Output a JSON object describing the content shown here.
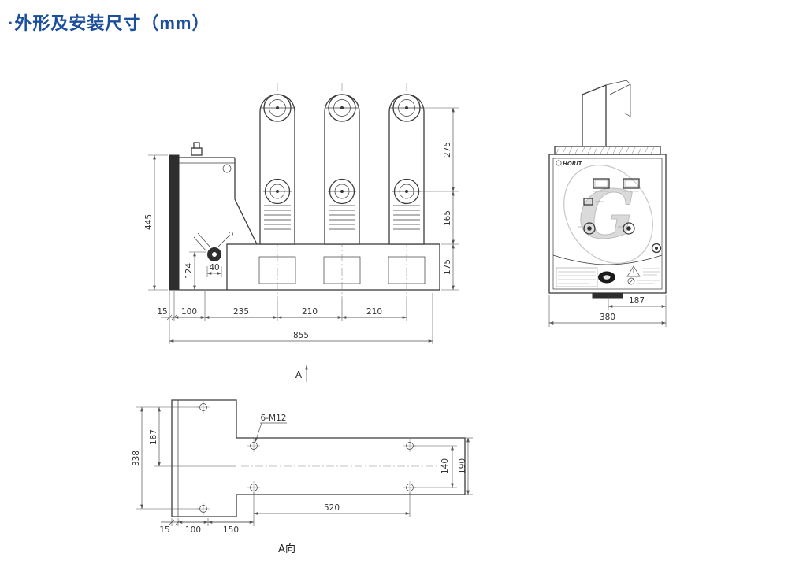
{
  "page": {
    "title": "·外形及安装尺寸（mm）"
  },
  "side_view": {
    "label": "A",
    "dims": {
      "height_total": "445",
      "mech_height": "124",
      "mech_width": "40",
      "pole_top": "275",
      "pole_mid": "165",
      "base_height": "175",
      "d1": "15",
      "d2": "100",
      "d3": "235",
      "d4": "210",
      "d5": "210",
      "depth_total": "855"
    }
  },
  "front_view": {
    "brand": "HORIT",
    "watermark": "G",
    "dims": {
      "inner_width": "187",
      "width_total": "380"
    }
  },
  "plan_view": {
    "label": "A向",
    "thread_note": "6-M12",
    "dims": {
      "col_height": "338",
      "col_upper": "187",
      "d1": "15",
      "d2": "100",
      "d3": "150",
      "hole_span": "520",
      "hole_pitch": "140",
      "arm_width": "190"
    }
  }
}
